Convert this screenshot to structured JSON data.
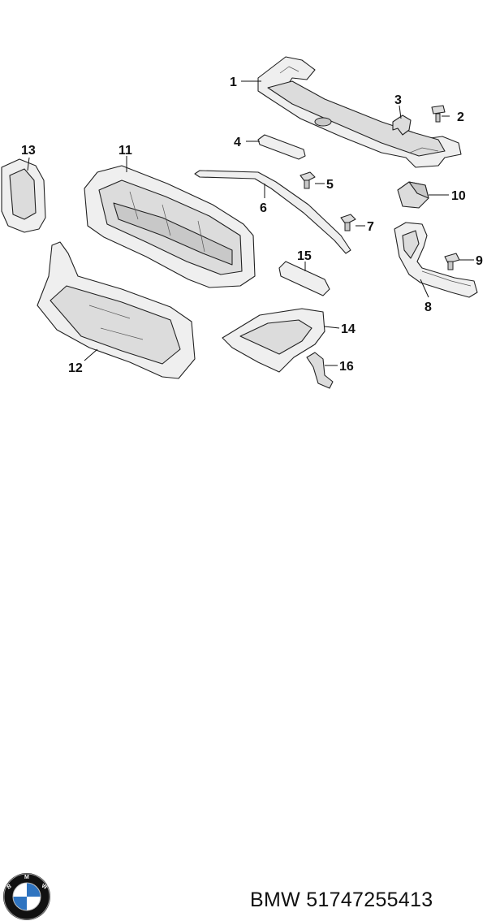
{
  "diagram": {
    "callouts": [
      {
        "id": 1,
        "label": "1"
      },
      {
        "id": 2,
        "label": "2"
      },
      {
        "id": 3,
        "label": "3"
      },
      {
        "id": 4,
        "label": "4"
      },
      {
        "id": 5,
        "label": "5"
      },
      {
        "id": 6,
        "label": "6"
      },
      {
        "id": 7,
        "label": "7"
      },
      {
        "id": 8,
        "label": "8"
      },
      {
        "id": 9,
        "label": "9"
      },
      {
        "id": 10,
        "label": "10"
      },
      {
        "id": 11,
        "label": "11"
      },
      {
        "id": 12,
        "label": "12"
      },
      {
        "id": 13,
        "label": "13"
      },
      {
        "id": 14,
        "label": "14"
      },
      {
        "id": 15,
        "label": "15"
      },
      {
        "id": 16,
        "label": "16"
      }
    ]
  },
  "footer": {
    "brand": "BMW",
    "part_number": "51747255413",
    "caption": "BMW 51747255413",
    "logo_letters": "BMW",
    "logo_colors": {
      "ring": "#111111",
      "blue": "#2f74c0",
      "white": "#ffffff"
    }
  }
}
